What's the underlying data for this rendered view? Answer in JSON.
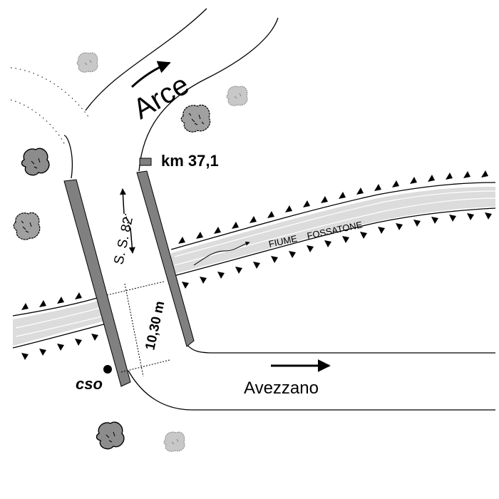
{
  "labels": {
    "arce": "Arce",
    "km": "km 37,1",
    "road": "S. S. 82",
    "river": "FIUME    FOSSATONE",
    "width": "10,30 m",
    "cso": "cso",
    "avezzano": "Avezzano"
  },
  "colors": {
    "bridge": "#7a7a7a",
    "river_band": "#d8d8d8",
    "tree_dark": "#8c8c8c",
    "tree_light": "#c8c8c8",
    "ink": "#000000"
  },
  "icons": {
    "tree": "tree-icon",
    "cso_marker": "dot-icon",
    "direction": "arrow-icon"
  }
}
